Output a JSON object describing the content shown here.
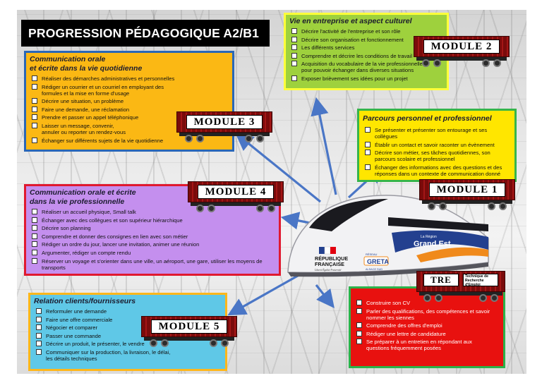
{
  "title": "PROGRESSION PÉDAGOGIQUE A2/B1",
  "modules": {
    "m3": {
      "heading_line1": "Communication orale",
      "heading_line2": "et écrite dans la vie quotidienne",
      "badge": "MODULE 3",
      "items": [
        "Réaliser des démarches administratives et personnelles",
        "Rédiger un courrier et un courriel en employant des formules et la mise en forme d'usage",
        "Décrire une situation, un problème",
        "Faire une demande, une réclamation",
        "Prendre et passer un appel téléphonique",
        "Laisser un message, convenir, annuler ou reporter un rendez-vous",
        "Échanger sur différents sujets de la vie quotidienne"
      ]
    },
    "m2": {
      "heading": "Vie en entreprise et aspect culturel",
      "badge": "MODULE 2",
      "items": [
        "Décrire l'activité de l'entreprise et son rôle",
        "Décrire son organisation et fonctionnement",
        "Les différents services",
        "Comprendre et décrire les conditions de travail",
        "Acquisition du vocabulaire de la vie professionnelle pour pouvoir échanger dans diverses situations",
        "Exposer brièvement ses idées pour un projet"
      ]
    },
    "m1": {
      "heading": "Parcours personnel et professionnel",
      "badge": "MODULE 1",
      "items": [
        "Se présenter et présenter son entourage et ses collègues",
        "Établir un contact et savoir raconter un évènement",
        "Décrire son métier, ses tâches quotidiennes, son parcours scolaire et professionnel",
        "Échanger des informations avec des questions et des réponses dans un contexte de communication donné"
      ]
    },
    "m4": {
      "heading_line1": "Communication orale et écrite",
      "heading_line2": "dans la vie professionnelle",
      "badge": "MODULE 4",
      "items": [
        "Réaliser un accueil physique, Small talk",
        "Échanger avec des collègues et son supérieur hiérarchique",
        "Décrire son planning",
        "Comprendre et donner des consignes en lien avec son métier",
        "Rédiger un ordre du jour, lancer une invitation, animer une réunion",
        "Argumenter, rédiger un compte rendu",
        "Réserver un voyage et s'orienter dans une ville, un aéroport, une gare, utiliser les moyens de transports"
      ]
    },
    "m5": {
      "heading": "Relation clients/fournisseurs",
      "badge": "MODULE 5",
      "items": [
        "Reformuler une demande",
        "Faire une offre commerciale",
        "Négocier et comparer",
        "Passer une commande",
        "Décrire un produit, le présenter, le vendre",
        "Communiquer sur la production, la livraison, le délai, les détails techniques"
      ]
    },
    "tre": {
      "badge": "TRE",
      "badge_sub": "Technique de Recherche d'Emploi",
      "items": [
        "Construire son CV",
        "Parler des qualifications, des compétences et savoir nommer les siennes",
        "Comprendre des offres d'emploi",
        "Rédiger une lettre de candidature",
        "Se préparer à un entretien en répondant aux questions fréquemment posées"
      ]
    }
  },
  "train": {
    "gov_line1": "RÉPUBLIQUE",
    "gov_line2": "FRANÇAISE",
    "gov_motto": "Liberté Égalité Fraternité",
    "region_small": "La Région",
    "region": "Grand Est",
    "network": "RÉSEAU",
    "greta": "GRETA",
    "greta_sub": "ALSACE SUD",
    "colors": {
      "body": "#f2f2f4",
      "window": "#1a1a1f",
      "stripe_blue": "#23408f",
      "stripe_orange": "#f08a1c"
    }
  },
  "colors": {
    "arrow": "#4a76c6",
    "m3_fill": "#fbb814",
    "m2_fill": "#9ed13d",
    "m1_fill": "#ffe600",
    "m4_fill": "#c48fee",
    "m5_fill": "#5fc8e7",
    "tre_fill": "#e8110f"
  }
}
